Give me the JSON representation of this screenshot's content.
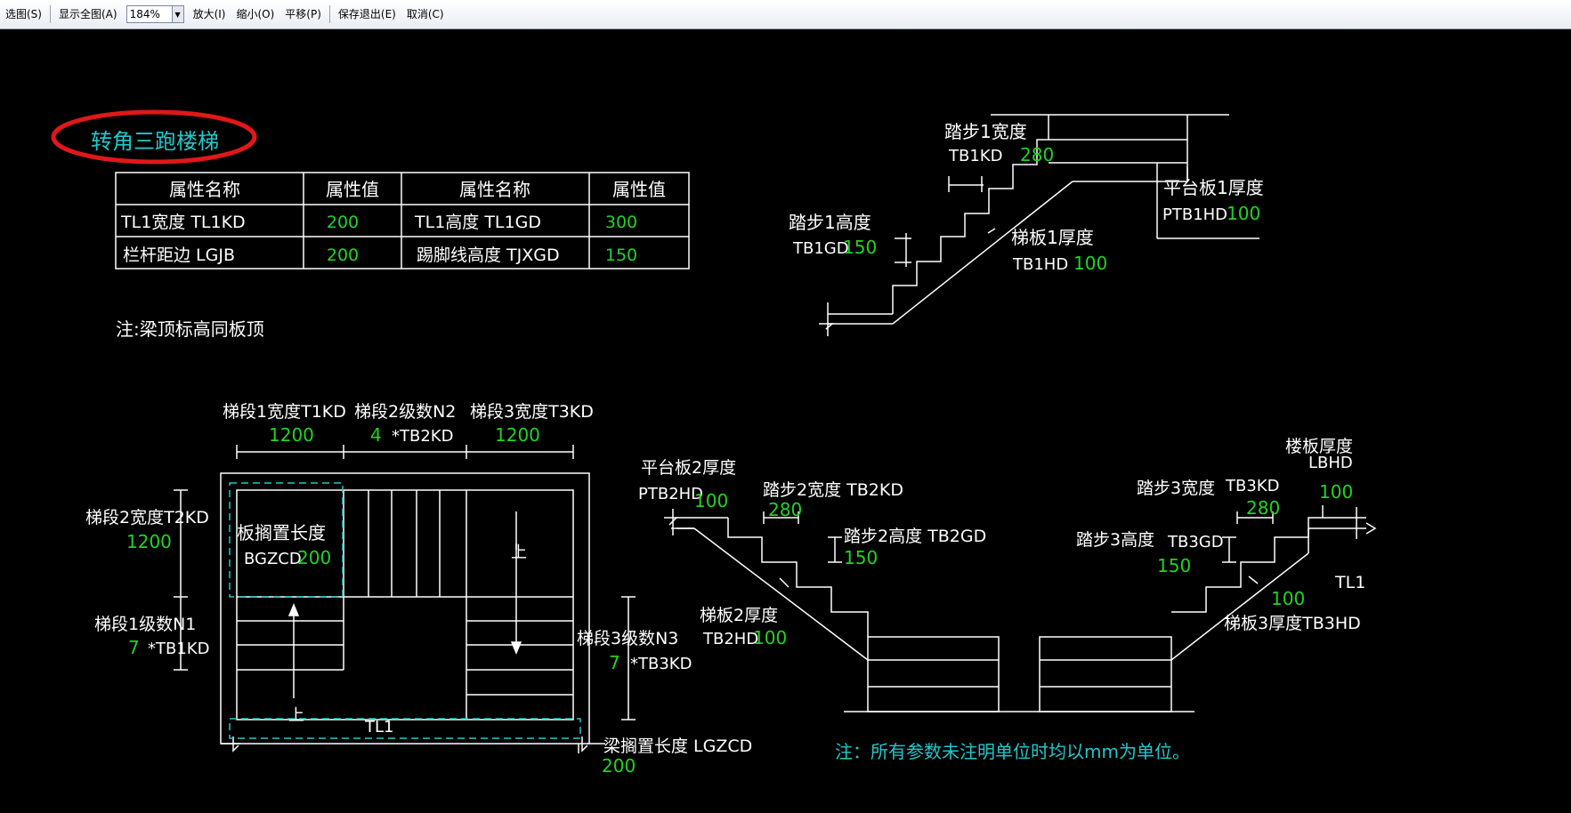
{
  "toolbar": {
    "items": [
      "选图(S)",
      "显示全图(A)",
      "放大(I)",
      "缩小(O)",
      "平移(P)",
      "保存退出(E)",
      "取消(C)"
    ],
    "zoom_value": "184%"
  },
  "colors": {
    "white": "#ffffff",
    "green": "#21d421",
    "cyan": "#23c7c9",
    "red": "#e01818"
  },
  "title": "转角三跑楼梯",
  "table": {
    "headers": [
      "属性名称",
      "属性值",
      "属性名称",
      "属性值"
    ],
    "rows": [
      [
        "TL1宽度 TL1KD",
        "200",
        "TL1高度 TL1GD",
        "300"
      ],
      [
        "栏杆距边 LGJB",
        "200",
        "踢脚线高度 TJXGD",
        "150"
      ]
    ]
  },
  "note_beam": "注:梁顶标高同板顶",
  "note_units": "注：所有参数未注明单位时均以mm为单位。",
  "plan": {
    "seg1_width": "梯段1宽度T1KD",
    "seg1_width_val": "1200",
    "seg2_steps": "梯段2级数N2",
    "seg2_steps_val": "4",
    "seg2_steps_expr": "*TB2KD",
    "seg3_width": "梯段3宽度T3KD",
    "seg3_width_val": "1200",
    "seg2_width": "梯段2宽度T2KD",
    "seg2_width_val": "1200",
    "slab_rest": "板搁置长度",
    "slab_rest_code": "BGZCD",
    "slab_rest_val": "200",
    "seg1_steps": "梯段1级数N1",
    "seg1_steps_val": "7",
    "seg1_steps_expr": "*TB1KD",
    "seg3_steps": "梯段3级数N3",
    "seg3_steps_val": "7",
    "seg3_steps_expr": "*TB3KD",
    "beam_rest": "梁搁置长度 LGZCD",
    "beam_rest_val": "200",
    "up": "上",
    "tl1": "TL1"
  },
  "section1": {
    "step_width": "踏步1宽度",
    "step_width_code": "TB1KD",
    "step_width_val": "280",
    "landing_thick": "平台板1厚度",
    "landing_thick_code": "PTB1HD",
    "landing_thick_val": "100",
    "step_height": "踏步1高度",
    "step_height_code": "TB1GD",
    "step_height_val": "150",
    "slab_thick": "梯板1厚度",
    "slab_thick_code": "TB1HD",
    "slab_thick_val": "100"
  },
  "section2": {
    "landing_thick": "平台板2厚度",
    "landing_thick_code": "PTB2HD",
    "landing_thick_val": "100",
    "step2_width": "踏步2宽度 TB2KD",
    "step2_width_val": "280",
    "step2_height": "踏步2高度 TB2GD",
    "step2_height_val": "150",
    "slab2_thick": "梯板2厚度",
    "slab2_thick_code": "TB2HD",
    "slab2_thick_val": "100",
    "floor_thick": "楼板厚度",
    "floor_thick_code": "LBHD",
    "floor_thick_val": "100",
    "step3_width": "踏步3宽度",
    "step3_width_code": "TB3KD",
    "step3_width_val": "280",
    "step3_height": "踏步3高度",
    "step3_height_code": "TB3GD",
    "step3_height_val": "150",
    "tl1": "TL1",
    "slab3_val": "100",
    "slab3_thick": "梯板3厚度TB3HD"
  }
}
